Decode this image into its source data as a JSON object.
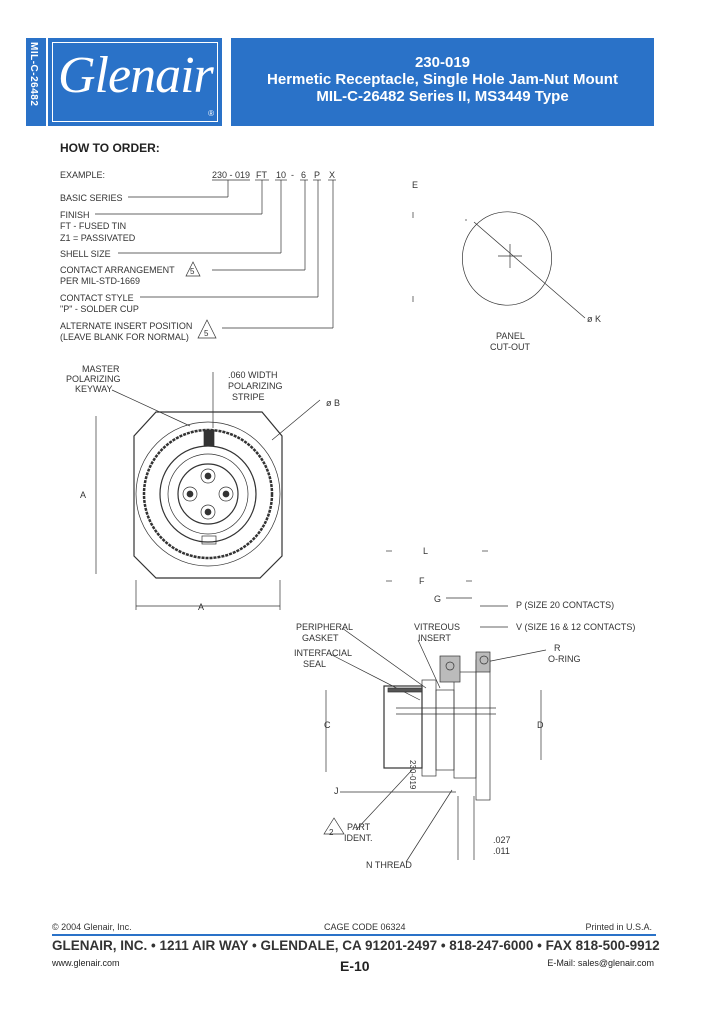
{
  "sidebar": {
    "label": "MIL-C-26482"
  },
  "logo": {
    "text": "Glenair",
    "reg": "®"
  },
  "header": {
    "part": "230-019",
    "line1": "Hermetic Receptacle, Single Hole Jam-Nut Mount",
    "line2": "MIL-C-26482 Series II, MS3449 Type"
  },
  "order": {
    "heading": "HOW TO ORDER:",
    "example_label": "EXAMPLE:",
    "example_code": [
      "230 - 019",
      "FT",
      "10",
      "-",
      "6",
      "P",
      "X"
    ],
    "basic_series": "BASIC SERIES",
    "finish": "FINISH",
    "finish_ft": "FT - FUSED TIN",
    "finish_z1": "Z1 = PASSIVATED",
    "shell_size": "SHELL SIZE",
    "contact_arr": "CONTACT ARRANGEMENT",
    "contact_arr_note": "5",
    "per_mil": "PER MIL-STD-1669",
    "contact_style": "CONTACT STYLE",
    "solder_cup": "\"P\" - SOLDER CUP",
    "alt_insert": "ALTERNATE INSERT POSITION",
    "alt_insert_note": "5",
    "leave_blank": "(LEAVE BLANK FOR NORMAL)"
  },
  "panel": {
    "e": "E",
    "k": "ø K",
    "label1": "PANEL",
    "label2": "CUT-OUT"
  },
  "front": {
    "master1": "MASTER",
    "master2": "POLARIZING",
    "master3": "KEYWAY",
    "stripe1": ".060 WIDTH",
    "stripe2": "POLARIZING",
    "stripe3": "STRIPE",
    "b": "ø B",
    "a_vert": "A",
    "a_horiz": "A"
  },
  "side": {
    "l": "L",
    "f": "F",
    "g": "G",
    "p": "P (SIZE 20 CONTACTS)",
    "v": "V (SIZE 16 & 12 CONTACTS)",
    "periph1": "PERIPHERAL",
    "periph2": "GASKET",
    "vit1": "VITREOUS",
    "vit2": "INSERT",
    "inter1": "INTERFACIAL",
    "inter2": "SEAL",
    "r": "R",
    "oring": "O-RING",
    "c": "C",
    "d": "D",
    "j": "J",
    "part1": "PART",
    "part2": "IDENT.",
    "part_note": "2",
    "dim1": ".027",
    "dim2": ".011",
    "nthread": "N THREAD",
    "body_mark": "230-019"
  },
  "footer": {
    "copyright": "© 2004 Glenair, Inc.",
    "cage": "CAGE CODE 06324",
    "printed": "Printed in U.S.A.",
    "address": "GLENAIR, INC. • 1211 AIR WAY • GLENDALE, CA 91201-2497 • 818-247-6000 • FAX 818-500-9912",
    "web": "www.glenair.com",
    "page": "E-10",
    "email": "E-Mail:  sales@glenair.com"
  },
  "colors": {
    "brand": "#2a72c8"
  }
}
